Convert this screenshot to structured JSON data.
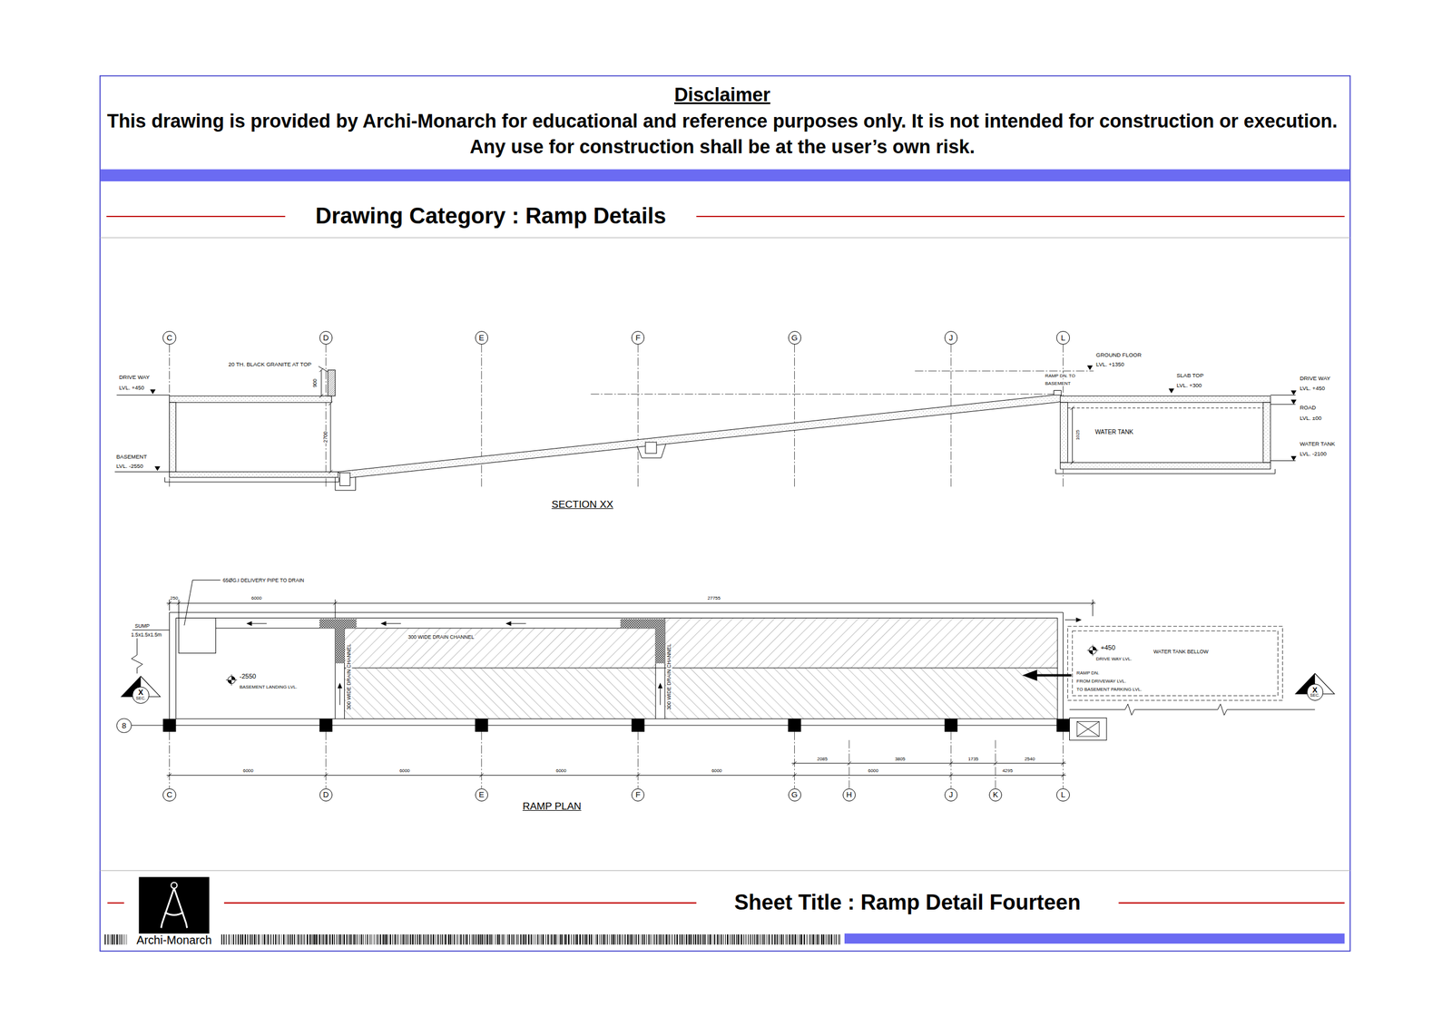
{
  "diagram": {
    "title": "Drawing Category : Ramp Details",
    "caption": "Sheet Title : Ramp Detail Fourteen",
    "nodes": [
      {
        "text": [
          "C"
        ]
      },
      {
        "text": [
          "D"
        ]
      },
      {
        "text": [
          "E"
        ]
      },
      {
        "text": [
          "F"
        ]
      },
      {
        "text": [
          "G"
        ]
      },
      {
        "text": [
          "J"
        ]
      },
      {
        "text": [
          "L"
        ]
      },
      {
        "text": [
          "X",
          "SEC."
        ]
      },
      {
        "text": [
          "X",
          "SEC."
        ]
      },
      {
        "text": [
          "8"
        ]
      },
      {
        "text": [
          "C"
        ]
      },
      {
        "text": [
          "D"
        ]
      },
      {
        "text": [
          "E"
        ]
      },
      {
        "text": [
          "F"
        ]
      },
      {
        "text": [
          "G"
        ]
      },
      {
        "text": [
          "H"
        ]
      },
      {
        "text": [
          "J"
        ]
      },
      {
        "text": [
          "K"
        ]
      },
      {
        "text": [
          "L"
        ]
      }
    ],
    "labels": [
      "Disclaimer",
      "This drawing is provided by Archi-Monarch for educational and reference purposes only. It is not intended for construction or execution. Any use for construction shall be at the user’s own risk.",
      "20 TH. BLACK GRANITE AT TOP",
      "900",
      "2700",
      "DRIVE WAY",
      "LVL. +450",
      "BASEMENT",
      "LVL. -2550",
      "SECTION XX",
      "RAMP DN. TO",
      "BASEMENT",
      "GROUND FLOOR",
      "LVL. +1350",
      "SLAB TOP",
      "LVL. +300",
      "DRIVE WAY",
      "LVL. +450",
      "ROAD",
      "LVL. ±00",
      "WATER TANK",
      "LVL. -2100",
      "WATER TANK",
      "1025",
      "65ØG.I DELIVERY PIPE TO DRAIN",
      "250",
      "6000",
      "27755",
      "SUMP",
      "1.5x1.5x1.5m",
      "300 WIDE DRAIN CHANNEL",
      "300 WIDE DRAIN CHANNEL",
      "300 WIDE DRAIN CHANNEL",
      "-2550",
      "BASEMENT LANDING LVL.",
      "+450",
      "DRIVE WAY LVL.",
      "WATER TANK BELLOW",
      "RAMP DN.",
      "FROM DRIVEWAY LVL.",
      "TO BASEMENT PARKING LVL.",
      "6000",
      "6000",
      "6000",
      "6000",
      "2085",
      "3805",
      "1735",
      "2540",
      "6000",
      "4295",
      "RAMP PLAN",
      "Archi-Monarch"
    ]
  }
}
